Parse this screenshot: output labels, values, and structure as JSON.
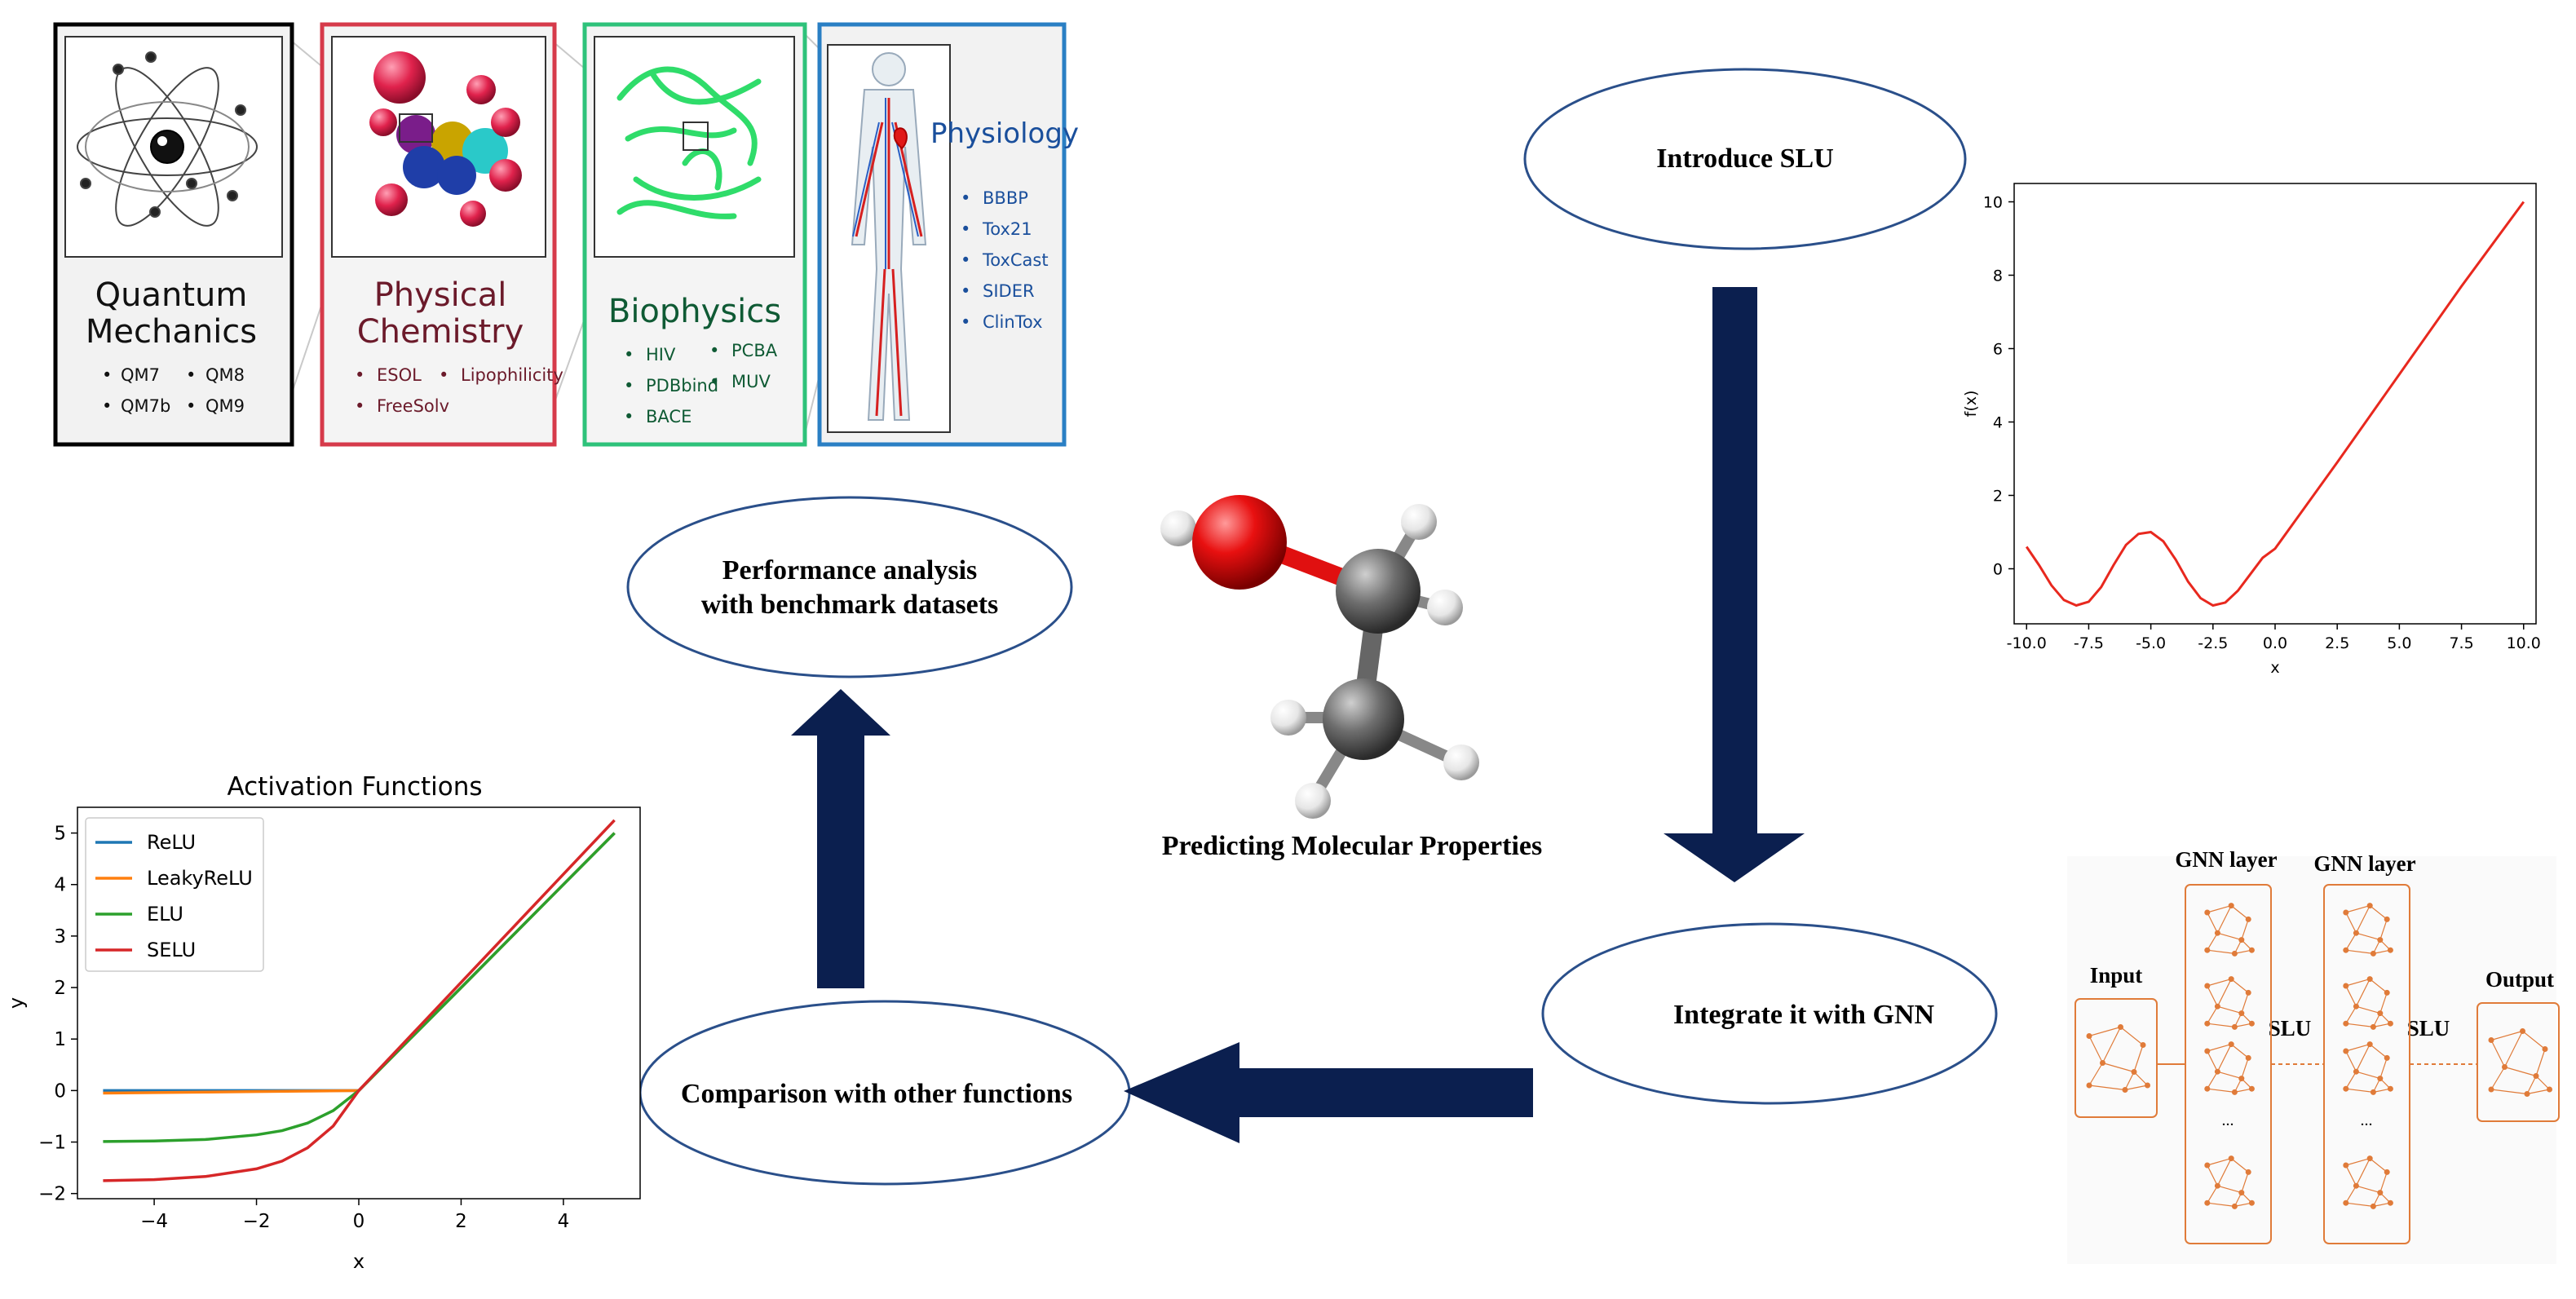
{
  "flow": {
    "introduce": "Introduce SLU",
    "performance_line1": "Performance analysis",
    "performance_line2": "with benchmark datasets",
    "integrate": "Integrate it with GNN",
    "comparison": "Comparison with other functions",
    "center_caption": "Predicting Molecular Properties",
    "arrow_color": "#0b1f4f"
  },
  "panels": [
    {
      "title_line1": "Quantum",
      "title_line2": "Mechanics",
      "border": "#000000",
      "text_color": "#111111",
      "items": [
        "QM7",
        "QM8",
        "QM7b",
        "QM9"
      ]
    },
    {
      "title_line1": "Physical",
      "title_line2": "Chemistry",
      "border": "#d63a4a",
      "text_color": "#6b1a2a",
      "items": [
        "ESOL",
        "Lipophilicity",
        "FreeSolv"
      ]
    },
    {
      "title_line1": "Biophysics",
      "title_line2": "",
      "border": "#2ec27a",
      "text_color": "#0f5a34",
      "items": [
        "HIV",
        "PCBA",
        "PDBbind",
        "MUV",
        "BACE"
      ]
    },
    {
      "title_line1": "Physiology",
      "title_line2": "",
      "border": "#2a7fc4",
      "text_color": "#1a4f9c",
      "items": [
        "BBBP",
        "Tox21",
        "ToxCast",
        "SIDER",
        "ClinTox"
      ]
    }
  ],
  "gnn": {
    "input": "Input",
    "layer1": "GNN layer",
    "layer2": "GNN layer",
    "slu1": "SLU",
    "slu2": "SLU",
    "output": "Output",
    "ellipsis": "...",
    "accent": "#e07b39"
  },
  "chart_data": [
    {
      "type": "line",
      "title": "",
      "xlabel": "x",
      "ylabel": "f(x)",
      "xlim": [
        -10.5,
        10.5
      ],
      "ylim": [
        -1.5,
        10.5
      ],
      "xticks": [
        "-10.0",
        "-7.5",
        "-5.0",
        "-2.5",
        "0.0",
        "2.5",
        "5.0",
        "7.5",
        "10.0"
      ],
      "yticks": [
        "0",
        "2",
        "4",
        "6",
        "8",
        "10"
      ],
      "series": [
        {
          "color": "#e8281e",
          "x": [
            -10,
            -9.5,
            -9,
            -8.5,
            -8,
            -7.5,
            -7,
            -6.5,
            -6,
            -5.5,
            -5,
            -4.5,
            -4,
            -3.5,
            -3,
            -2.5,
            -2,
            -1.5,
            -1,
            -0.5,
            0,
            2.5,
            5,
            7.5,
            10
          ],
          "y": [
            0.6,
            0.1,
            -0.45,
            -0.85,
            -1.0,
            -0.9,
            -0.5,
            0.1,
            0.65,
            0.95,
            1.0,
            0.75,
            0.25,
            -0.35,
            -0.8,
            -1.0,
            -0.92,
            -0.6,
            -0.15,
            0.3,
            0.55,
            2.9,
            5.3,
            7.7,
            10.0
          ]
        }
      ],
      "grid": false
    },
    {
      "type": "line",
      "title": "Activation Functions",
      "xlabel": "x",
      "ylabel": "y",
      "xlim": [
        -5.5,
        5.5
      ],
      "ylim": [
        -2.1,
        5.5
      ],
      "xticks": [
        "−4",
        "−2",
        "0",
        "2",
        "4"
      ],
      "yticks": [
        "−2",
        "−1",
        "0",
        "1",
        "2",
        "3",
        "4",
        "5"
      ],
      "legend_position": "top-left",
      "series": [
        {
          "name": "ReLU",
          "color": "#1f77b4",
          "x": [
            -5,
            -4,
            -3,
            -2,
            -1,
            0,
            1,
            2,
            3,
            4,
            5
          ],
          "y": [
            0,
            0,
            0,
            0,
            0,
            0,
            1,
            2,
            3,
            4,
            5
          ]
        },
        {
          "name": "LeakyReLU",
          "color": "#ff7f0e",
          "x": [
            -5,
            -4,
            -3,
            -2,
            -1,
            0,
            1,
            2,
            3,
            4,
            5
          ],
          "y": [
            -0.05,
            -0.04,
            -0.03,
            -0.02,
            -0.01,
            0,
            1,
            2,
            3,
            4,
            5
          ]
        },
        {
          "name": "ELU",
          "color": "#2ca02c",
          "x": [
            -5,
            -4,
            -3,
            -2,
            -1.5,
            -1,
            -0.5,
            0,
            1,
            2,
            3,
            4,
            5
          ],
          "y": [
            -0.99,
            -0.98,
            -0.95,
            -0.86,
            -0.78,
            -0.63,
            -0.39,
            0,
            1,
            2,
            3,
            4,
            5
          ]
        },
        {
          "name": "SELU",
          "color": "#d62728",
          "x": [
            -5,
            -4,
            -3,
            -2,
            -1.5,
            -1,
            -0.5,
            0,
            1,
            2,
            3,
            4,
            5
          ],
          "y": [
            -1.75,
            -1.73,
            -1.67,
            -1.52,
            -1.37,
            -1.11,
            -0.69,
            0,
            1.05,
            2.1,
            3.15,
            4.2,
            5.25
          ]
        }
      ],
      "grid": false
    }
  ]
}
